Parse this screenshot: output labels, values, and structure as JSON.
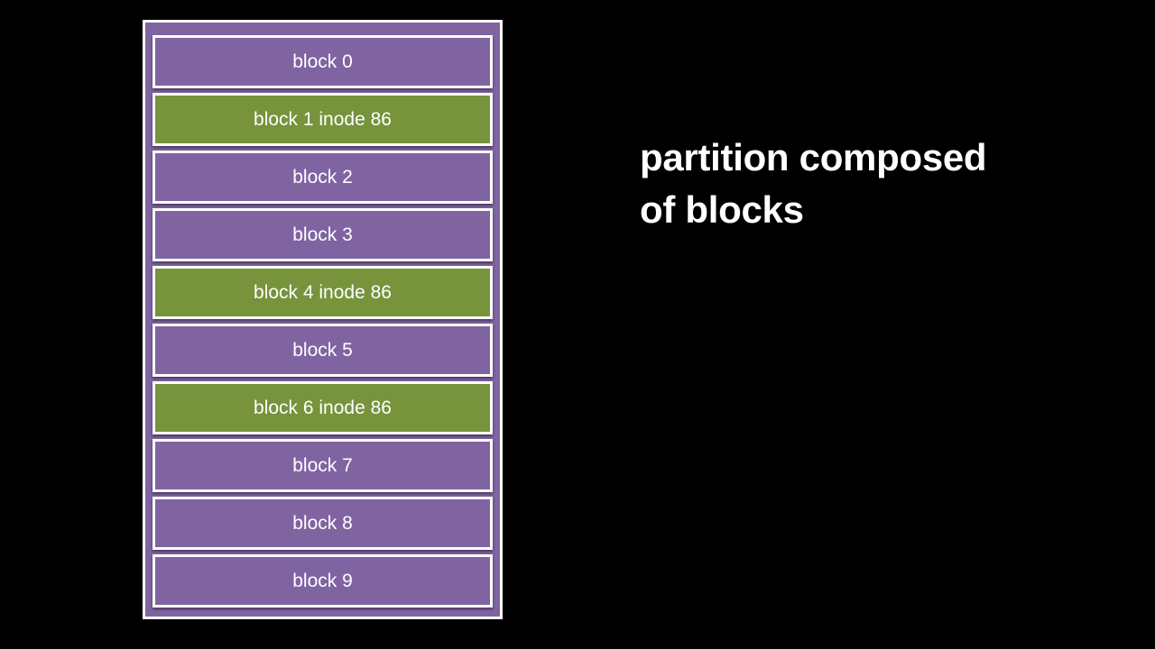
{
  "diagram": {
    "blocks": [
      {
        "label": "block 0",
        "kind": "free",
        "color": "#8064a2"
      },
      {
        "label": "block 1 inode 86",
        "kind": "inode",
        "color": "#77933c"
      },
      {
        "label": "block 2",
        "kind": "free",
        "color": "#8064a2"
      },
      {
        "label": "block 3",
        "kind": "free",
        "color": "#8064a2"
      },
      {
        "label": "block 4 inode 86",
        "kind": "inode",
        "color": "#77933c"
      },
      {
        "label": "block 5",
        "kind": "free",
        "color": "#8064a2"
      },
      {
        "label": "block 6 inode 86",
        "kind": "inode",
        "color": "#77933c"
      },
      {
        "label": "block 7",
        "kind": "free",
        "color": "#8064a2"
      },
      {
        "label": "block 8",
        "kind": "free",
        "color": "#8064a2"
      },
      {
        "label": "block 9",
        "kind": "free",
        "color": "#8064a2"
      }
    ],
    "caption_line1": "partition composed",
    "caption_line2": "of blocks"
  }
}
